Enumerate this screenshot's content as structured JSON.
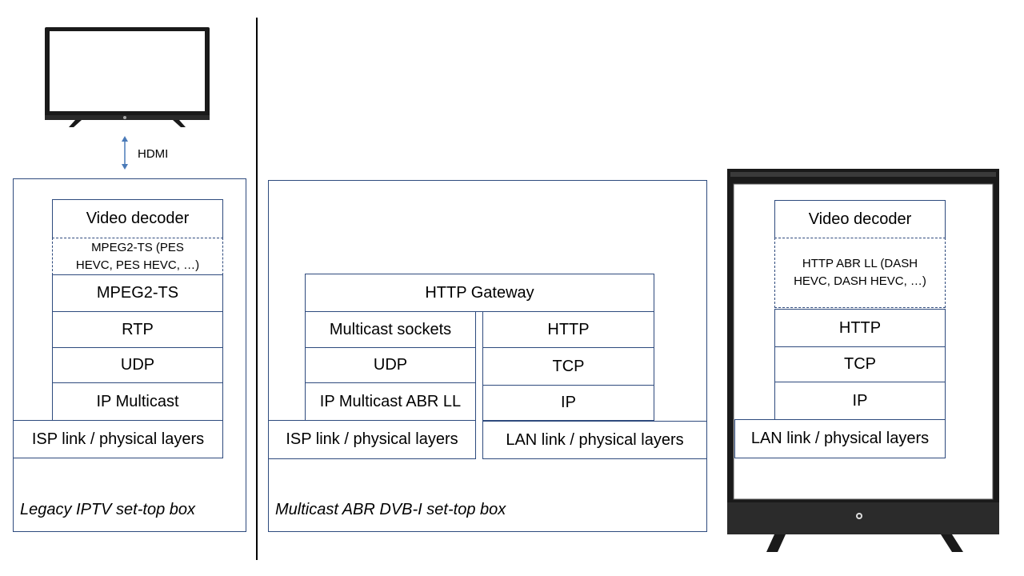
{
  "interface_label": "HDMI",
  "legacy": {
    "caption": "Legacy IPTV set-top box",
    "layers": [
      "Video decoder",
      "MPEG2-TS (PES HEVC, PES HEVC, …)",
      "MPEG2-TS",
      "RTP",
      "UDP",
      "IP Multicast",
      "ISP link / physical layers"
    ]
  },
  "gateway": {
    "caption": "Multicast ABR DVB-I set-top box",
    "top": "HTTP Gateway",
    "left_stack": [
      "Multicast sockets",
      "UDP",
      "IP Multicast ABR LL",
      "ISP link / physical layers"
    ],
    "right_stack": [
      "HTTP",
      "TCP",
      "IP",
      "LAN link / physical layers"
    ]
  },
  "tv": {
    "layers": [
      "Video decoder",
      "HTTP ABR LL (DASH HEVC, DASH HEVC, …)",
      "HTTP",
      "TCP",
      "IP",
      "LAN link / physical layers"
    ]
  },
  "colors": {
    "border": "#2e4a7d",
    "arrow": "#4a7ab8",
    "tv_body": "#1a1a1a"
  }
}
